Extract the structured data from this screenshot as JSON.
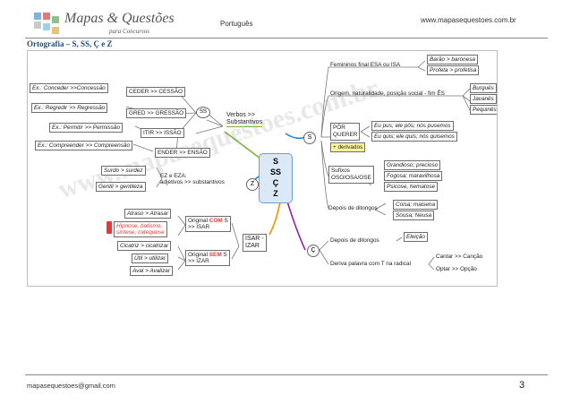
{
  "header": {
    "brand_title": "Mapas & Questões",
    "brand_subtitle": "para Concursos",
    "subject": "Português",
    "website": "www.mapasequestoes.com.br",
    "logo_colors": [
      "#7fb3d8",
      "#e07a7a",
      "#8dc18d",
      "#c9c9c9",
      "#9fd0e8",
      "#e8c27a"
    ]
  },
  "page_title": "Ortografia – S, SS, Ç e Z",
  "mindmap": {
    "center": [
      "S",
      "SS",
      "Ç",
      "Z"
    ],
    "watermark": "www.mapasequestoes.com.br",
    "s_branch": {
      "label": "S",
      "feminino": "Femininos final ESA ou ISA",
      "feminino_examples": [
        "Barão > baronesa",
        "Profeta > profetisa"
      ],
      "origem": "Origem, naturalidade, posição social - fim ÊS",
      "origem_examples": [
        "Burguês",
        "Javanês",
        "Pequinês"
      ],
      "por_querer": [
        "PÔR",
        "QUERER"
      ],
      "por_examples": [
        "Eu pus; ele pôs; nós pusemos",
        "Eu quis; ele quis; nós quisemos"
      ],
      "derivados": "+ derivados",
      "sufixos": [
        "Sufixos",
        "OSO/OSA/OSE"
      ],
      "sufixos_examples": [
        "Grandioso; precioso",
        "Fogosa; maravilhosa",
        "Psicose, hematose"
      ],
      "ditongos": "Depois de ditongos",
      "ditongos_examples": [
        "Coisa; maisena",
        "Sousa; Neusa"
      ]
    },
    "verbos": {
      "label": [
        "Verbos >>",
        "Substantivos"
      ],
      "ss_label": "SS",
      "rules": [
        "CEDER >> CESSÃO",
        "GRED >> GRESSÃO",
        "ITIR >> ISSÃO",
        "ENDER >> ENSÃO"
      ],
      "examples": [
        "Ex.: Conceder >>Concessão",
        "Ex.: Regredir >> Regressão",
        "Ex.: Permitir >> Permissão",
        "Ex.: Compreender >> Compreensão"
      ]
    },
    "z_branch": {
      "label": "Z",
      "rule": [
        "EZ e EZA:",
        "adjetivos >>  substantivos"
      ],
      "examples": [
        "Surdo > surdez",
        "Gentil > gentileza"
      ]
    },
    "izar": {
      "label": [
        "ISAR -",
        "IZAR"
      ],
      "com_s": [
        "Original COM S",
        ">> ISAR"
      ],
      "com_s_examples": [
        "Atraso > Atrasar",
        "Hipnose, batismo,",
        "síntese, catequese"
      ],
      "sem_s": [
        "Original SEM S",
        ">> IZAR"
      ],
      "sem_s_examples": [
        "Cicatriz > cicatrizar",
        "Útil > utilizar",
        "Aval > Avalizar"
      ],
      "highlight_color": "#e53935"
    },
    "c_branch": {
      "label": "Ç",
      "ditongos": "Depois de ditongos",
      "ditongos_example": "Eleição",
      "deriva": "Deriva palavra com T na radical",
      "deriva_examples": [
        "Cantar >> Canção",
        "Optar >> Opção"
      ]
    }
  },
  "footer": {
    "email": "mapasequestoes@gmail.com",
    "page_number": "3"
  }
}
